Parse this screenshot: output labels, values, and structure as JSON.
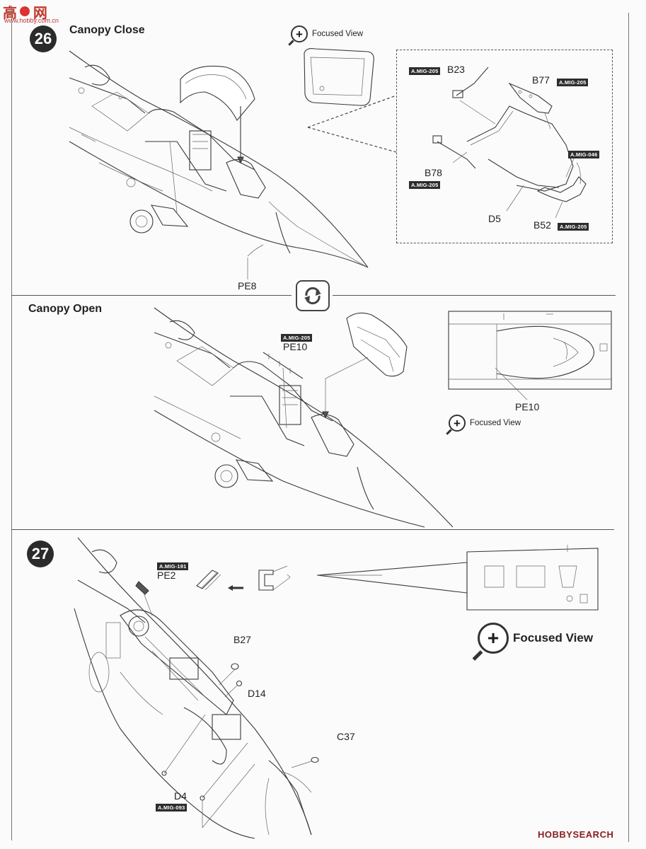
{
  "watermark_top": {
    "chars": "高",
    "text": "www.hobby.com.cn"
  },
  "steps": [
    {
      "number": "26"
    },
    {
      "number": "27"
    }
  ],
  "section_close": {
    "title": "Canopy Close",
    "focused_view": "Focused View",
    "parts": {
      "b23": "B23",
      "b77": "B77",
      "b78": "B78",
      "d5": "D5",
      "b52": "B52",
      "pe8": "PE8"
    },
    "tags": {
      "b23": "A.MIG-205",
      "b77": "A.MIG-205",
      "b78": "A.MIG-205",
      "b52": "A.MIG-205",
      "mid": "A.MIG-046"
    }
  },
  "section_open": {
    "title": "Canopy Open",
    "focused_view": "Focused View",
    "parts": {
      "pe10_a": "PE10",
      "pe10_b": "PE10"
    },
    "tags": {
      "pe10": "A.MIG-205"
    }
  },
  "section_27": {
    "focused_view": "Focused View",
    "parts": {
      "pe2": "PE2",
      "b27": "B27",
      "d14": "D14",
      "c37": "C37",
      "d4": "D4"
    },
    "tags": {
      "pe2": "A.MIG-191",
      "d4": "A.MIG-093"
    }
  },
  "watermark_bottom": "HOBBYSEARCH",
  "icons": [
    "magnifier-plus-icon",
    "flip-over-icon",
    "arrow-left-icon"
  ]
}
